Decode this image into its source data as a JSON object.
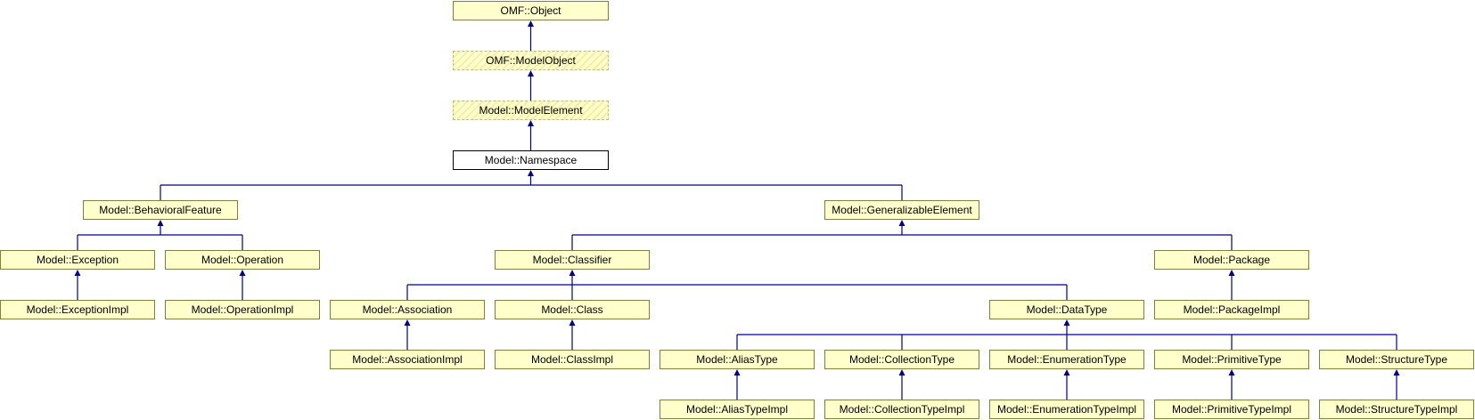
{
  "colors": {
    "node_fill": "#ffffcc",
    "node_border": "#7f7f3f",
    "edge": "#000080"
  },
  "nodes": {
    "omf_object": "OMF::Object",
    "omf_modelobject": "OMF::ModelObject",
    "model_modelelement": "Model::ModelElement",
    "model_namespace": "Model::Namespace",
    "model_behavioralfeature": "Model::BehavioralFeature",
    "model_generalizableelement": "Model::GeneralizableElement",
    "model_exception": "Model::Exception",
    "model_operation": "Model::Operation",
    "model_classifier": "Model::Classifier",
    "model_package": "Model::Package",
    "model_exceptionimpl": "Model::ExceptionImpl",
    "model_operationimpl": "Model::OperationImpl",
    "model_association": "Model::Association",
    "model_class": "Model::Class",
    "model_datatype": "Model::DataType",
    "model_packageimpl": "Model::PackageImpl",
    "model_associationimpl": "Model::AssociationImpl",
    "model_classimpl": "Model::ClassImpl",
    "model_aliastype": "Model::AliasType",
    "model_collectiontype": "Model::CollectionType",
    "model_enumerationtype": "Model::EnumerationType",
    "model_primitivetype": "Model::PrimitiveType",
    "model_structuretype": "Model::StructureType",
    "model_aliastypeimpl": "Model::AliasTypeImpl",
    "model_collectiontypeimpl": "Model::CollectionTypeImpl",
    "model_enumerationtypeimpl": "Model::EnumerationTypeImpl",
    "model_primitivetypeimpl": "Model::PrimitiveTypeImpl",
    "model_structuretypeimpl": "Model::StructureTypeImpl"
  },
  "edges": [
    [
      "omf_modelobject",
      "omf_object"
    ],
    [
      "model_modelelement",
      "omf_modelobject"
    ],
    [
      "model_namespace",
      "model_modelelement"
    ],
    [
      "model_behavioralfeature",
      "model_namespace"
    ],
    [
      "model_generalizableelement",
      "model_namespace"
    ],
    [
      "model_exception",
      "model_behavioralfeature"
    ],
    [
      "model_operation",
      "model_behavioralfeature"
    ],
    [
      "model_exceptionimpl",
      "model_exception"
    ],
    [
      "model_operationimpl",
      "model_operation"
    ],
    [
      "model_classifier",
      "model_generalizableelement"
    ],
    [
      "model_package",
      "model_generalizableelement"
    ],
    [
      "model_association",
      "model_classifier"
    ],
    [
      "model_class",
      "model_classifier"
    ],
    [
      "model_datatype",
      "model_classifier"
    ],
    [
      "model_packageimpl",
      "model_package"
    ],
    [
      "model_associationimpl",
      "model_association"
    ],
    [
      "model_classimpl",
      "model_class"
    ],
    [
      "model_aliastype",
      "model_datatype"
    ],
    [
      "model_collectiontype",
      "model_datatype"
    ],
    [
      "model_enumerationtype",
      "model_datatype"
    ],
    [
      "model_primitivetype",
      "model_datatype"
    ],
    [
      "model_structuretype",
      "model_datatype"
    ],
    [
      "model_aliastypeimpl",
      "model_aliastype"
    ],
    [
      "model_collectiontypeimpl",
      "model_collectiontype"
    ],
    [
      "model_enumerationtypeimpl",
      "model_enumerationtype"
    ],
    [
      "model_primitivetypeimpl",
      "model_primitivetype"
    ],
    [
      "model_structuretypeimpl",
      "model_structuretype"
    ]
  ]
}
